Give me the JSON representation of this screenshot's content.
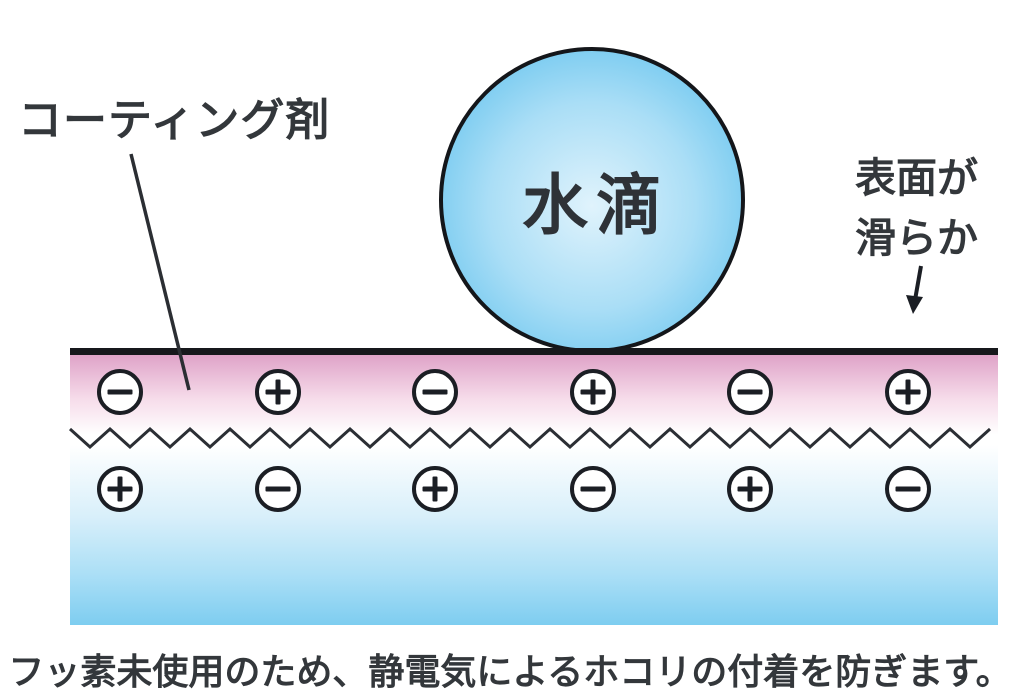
{
  "labels": {
    "coating_agent": "コーティング剤",
    "droplet": "水滴",
    "smooth_surface_line1": "表面が",
    "smooth_surface_line2": "滑らか",
    "caption": "フッ素未使用のため、静電気によるホコリの付着を防ぎます。"
  },
  "charges": {
    "top_row": [
      "minus",
      "plus",
      "minus",
      "plus",
      "minus",
      "plus"
    ],
    "bottom_row": [
      "plus",
      "minus",
      "plus",
      "minus",
      "plus",
      "minus"
    ]
  },
  "colors": {
    "droplet_center": "#e0f3fc",
    "droplet_edge": "#58beec",
    "coating_pink": "#dfa3c8",
    "base_blue": "#7ecdf0",
    "outline": "#1b1e24",
    "text": "#33373b"
  }
}
